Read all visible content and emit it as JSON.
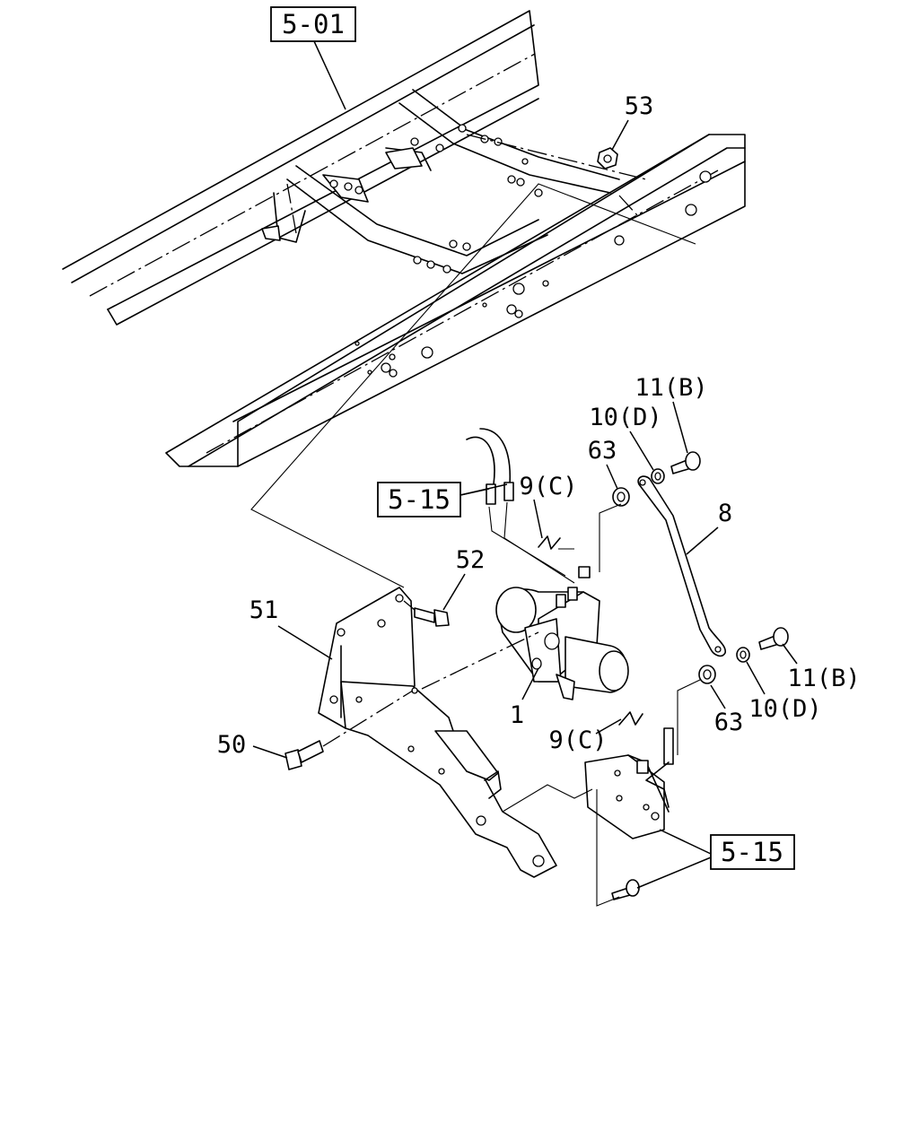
{
  "refs": {
    "top": "5-01",
    "left": "5-15",
    "right": "5-15"
  },
  "callouts": {
    "p53": "53",
    "p11b_top": "11(B)",
    "p10d_top": "10(D)",
    "p63_top": "63",
    "p9c_top": "9(C)",
    "p8": "8",
    "p52": "52",
    "p51": "51",
    "p1": "1",
    "p11b_bottom": "11(B)",
    "p10d_bottom": "10(D)",
    "p63_bottom": "63",
    "p9c_bottom": "9(C)",
    "p50": "50"
  }
}
